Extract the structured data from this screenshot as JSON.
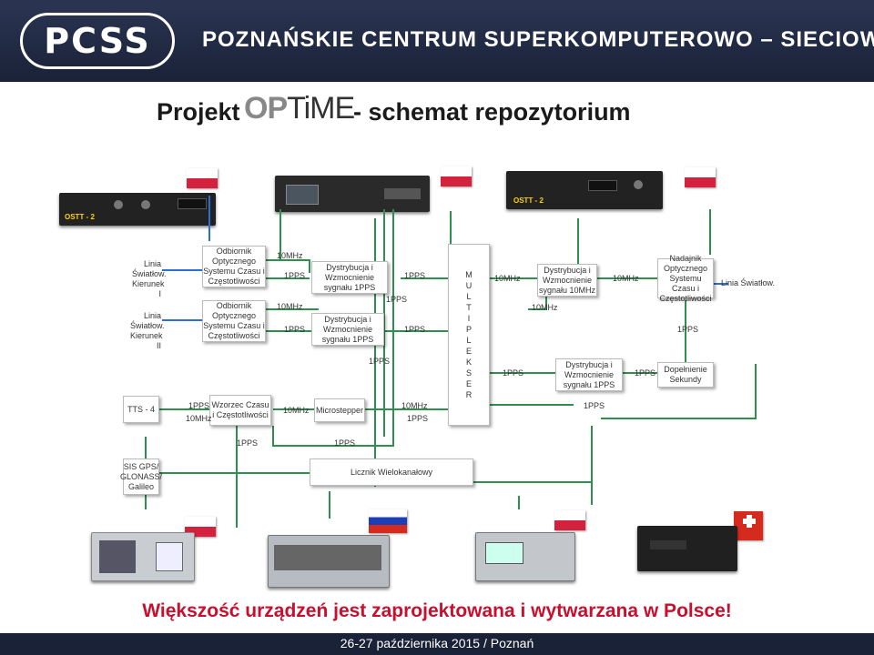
{
  "header": {
    "logo_text": "PCSS",
    "title": "POZNAŃSKIE CENTRUM SUPERKOMPUTEROWO – SIECIOWE"
  },
  "slide_title": {
    "prefix": "Projekt",
    "brand_op": "OP",
    "brand_rest": "TiME",
    "suffix": "- schemat repozytorium"
  },
  "devices": {
    "ostt_left": "OSTT - 2",
    "ostt_right": "OSTT - 2"
  },
  "boxes": {
    "rx1": "Odbiornik Optycznego Systemu Czasu i Częstotliwości",
    "rx2": "Odbiornik Optycznego Systemu Czasu i Częstotliwości",
    "dist_1pps_a": "Dystrybucja i Wzmocnienie sygnału 1PPS",
    "dist_1pps_b": "Dystrybucja i Wzmocnienie sygnału 1PPS",
    "multiplexer": [
      "M",
      "U",
      "L",
      "T",
      "I",
      "P",
      "L",
      "E",
      "K",
      "S",
      "E",
      "R"
    ],
    "dist_10mhz": "Dystrybucja i Wzmocnienie sygnału 10MHz",
    "dist_1pps_c": "Dystrybucja i Wzmocnienie sygnału 1PPS",
    "tx": "Nadajnik Optycznego Systemu Czasu i Częstotliwości",
    "leap": "Dopełnienie Sekundy",
    "tts": "TTS - 4",
    "wzorzec": "Wzorzec Czasu i Częstotliwości",
    "microstepper": "Microstepper",
    "sis": "SIS GPS/ GLONASS/ Galileo",
    "counter": "Licznik Wielokanałowy"
  },
  "labels": {
    "line1": "Linia Światłow. Kierunek I",
    "line2": "Linia Światłow. Kierunek II",
    "line_out": "Linia Światłow.",
    "mhz10": "10MHz",
    "pps1": "1PPS"
  },
  "footer": {
    "message": "Większość urządzeń jest zaprojektowana i wytwarzana w Polsce!",
    "date": "26-27 października 2015 / Poznań"
  },
  "colors": {
    "wire_blue": "#2a6fd1",
    "wire_green": "#2f8f4e",
    "wire_red": "#c8102e",
    "header_bg": "#1a2238"
  }
}
